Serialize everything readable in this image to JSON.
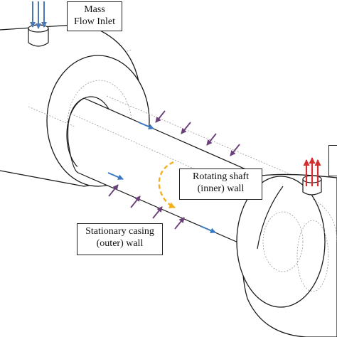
{
  "labels": {
    "inlet": {
      "line1": "Mass",
      "line2": "Flow Inlet"
    },
    "shaft": {
      "line1": "Rotating shaft",
      "line2": "(inner) wall"
    },
    "casing": {
      "line1": "Stationary casing",
      "line2": "(outer) wall"
    }
  },
  "colors": {
    "outline": "#1a1a1a",
    "hidden_line": "#9a9a9a",
    "inlet_arrow": "#4a78b5",
    "outlet_arrow": "#d32f2f",
    "flow_arrow": "#3a78c0",
    "wall_arrow": "#6b3f7a",
    "rotation_arrow": "#f2b01e"
  }
}
